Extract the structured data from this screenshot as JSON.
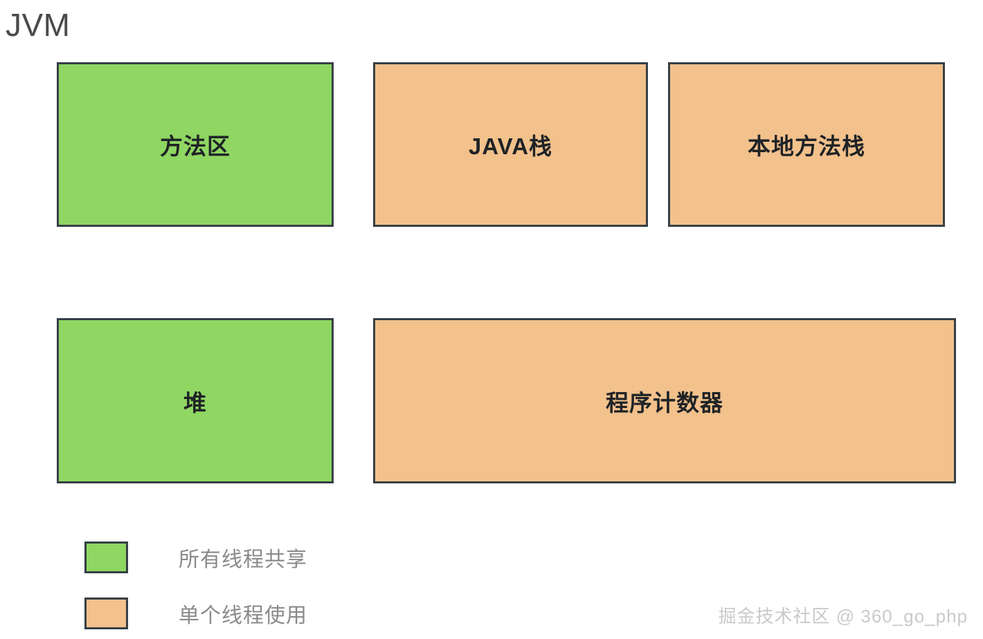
{
  "diagram": {
    "title": "JVM",
    "regions": [
      {
        "id": "method-area",
        "label": "方法区",
        "category": "shared"
      },
      {
        "id": "java-stack",
        "label": "JAVA栈",
        "category": "per-thread"
      },
      {
        "id": "native-stack",
        "label": "本地方法栈",
        "category": "per-thread"
      },
      {
        "id": "heap",
        "label": "堆",
        "category": "shared"
      },
      {
        "id": "program-counter",
        "label": "程序计数器",
        "category": "per-thread"
      }
    ]
  },
  "legend": {
    "items": [
      {
        "category": "shared",
        "label": "所有线程共享"
      },
      {
        "category": "per-thread",
        "label": "单个线程使用"
      }
    ]
  },
  "watermark": {
    "text": "掘金技术社区 @ 360_go_php"
  },
  "colors": {
    "shared_fill": "#8fd662",
    "per_thread_fill": "#f2c18c",
    "box_border": "#363f45",
    "title_text": "#4a4a4a",
    "region_text": "#1f2326",
    "legend_text": "#8a8a8a",
    "watermark_text": "#c9c9c9",
    "background": "#ffffff"
  }
}
